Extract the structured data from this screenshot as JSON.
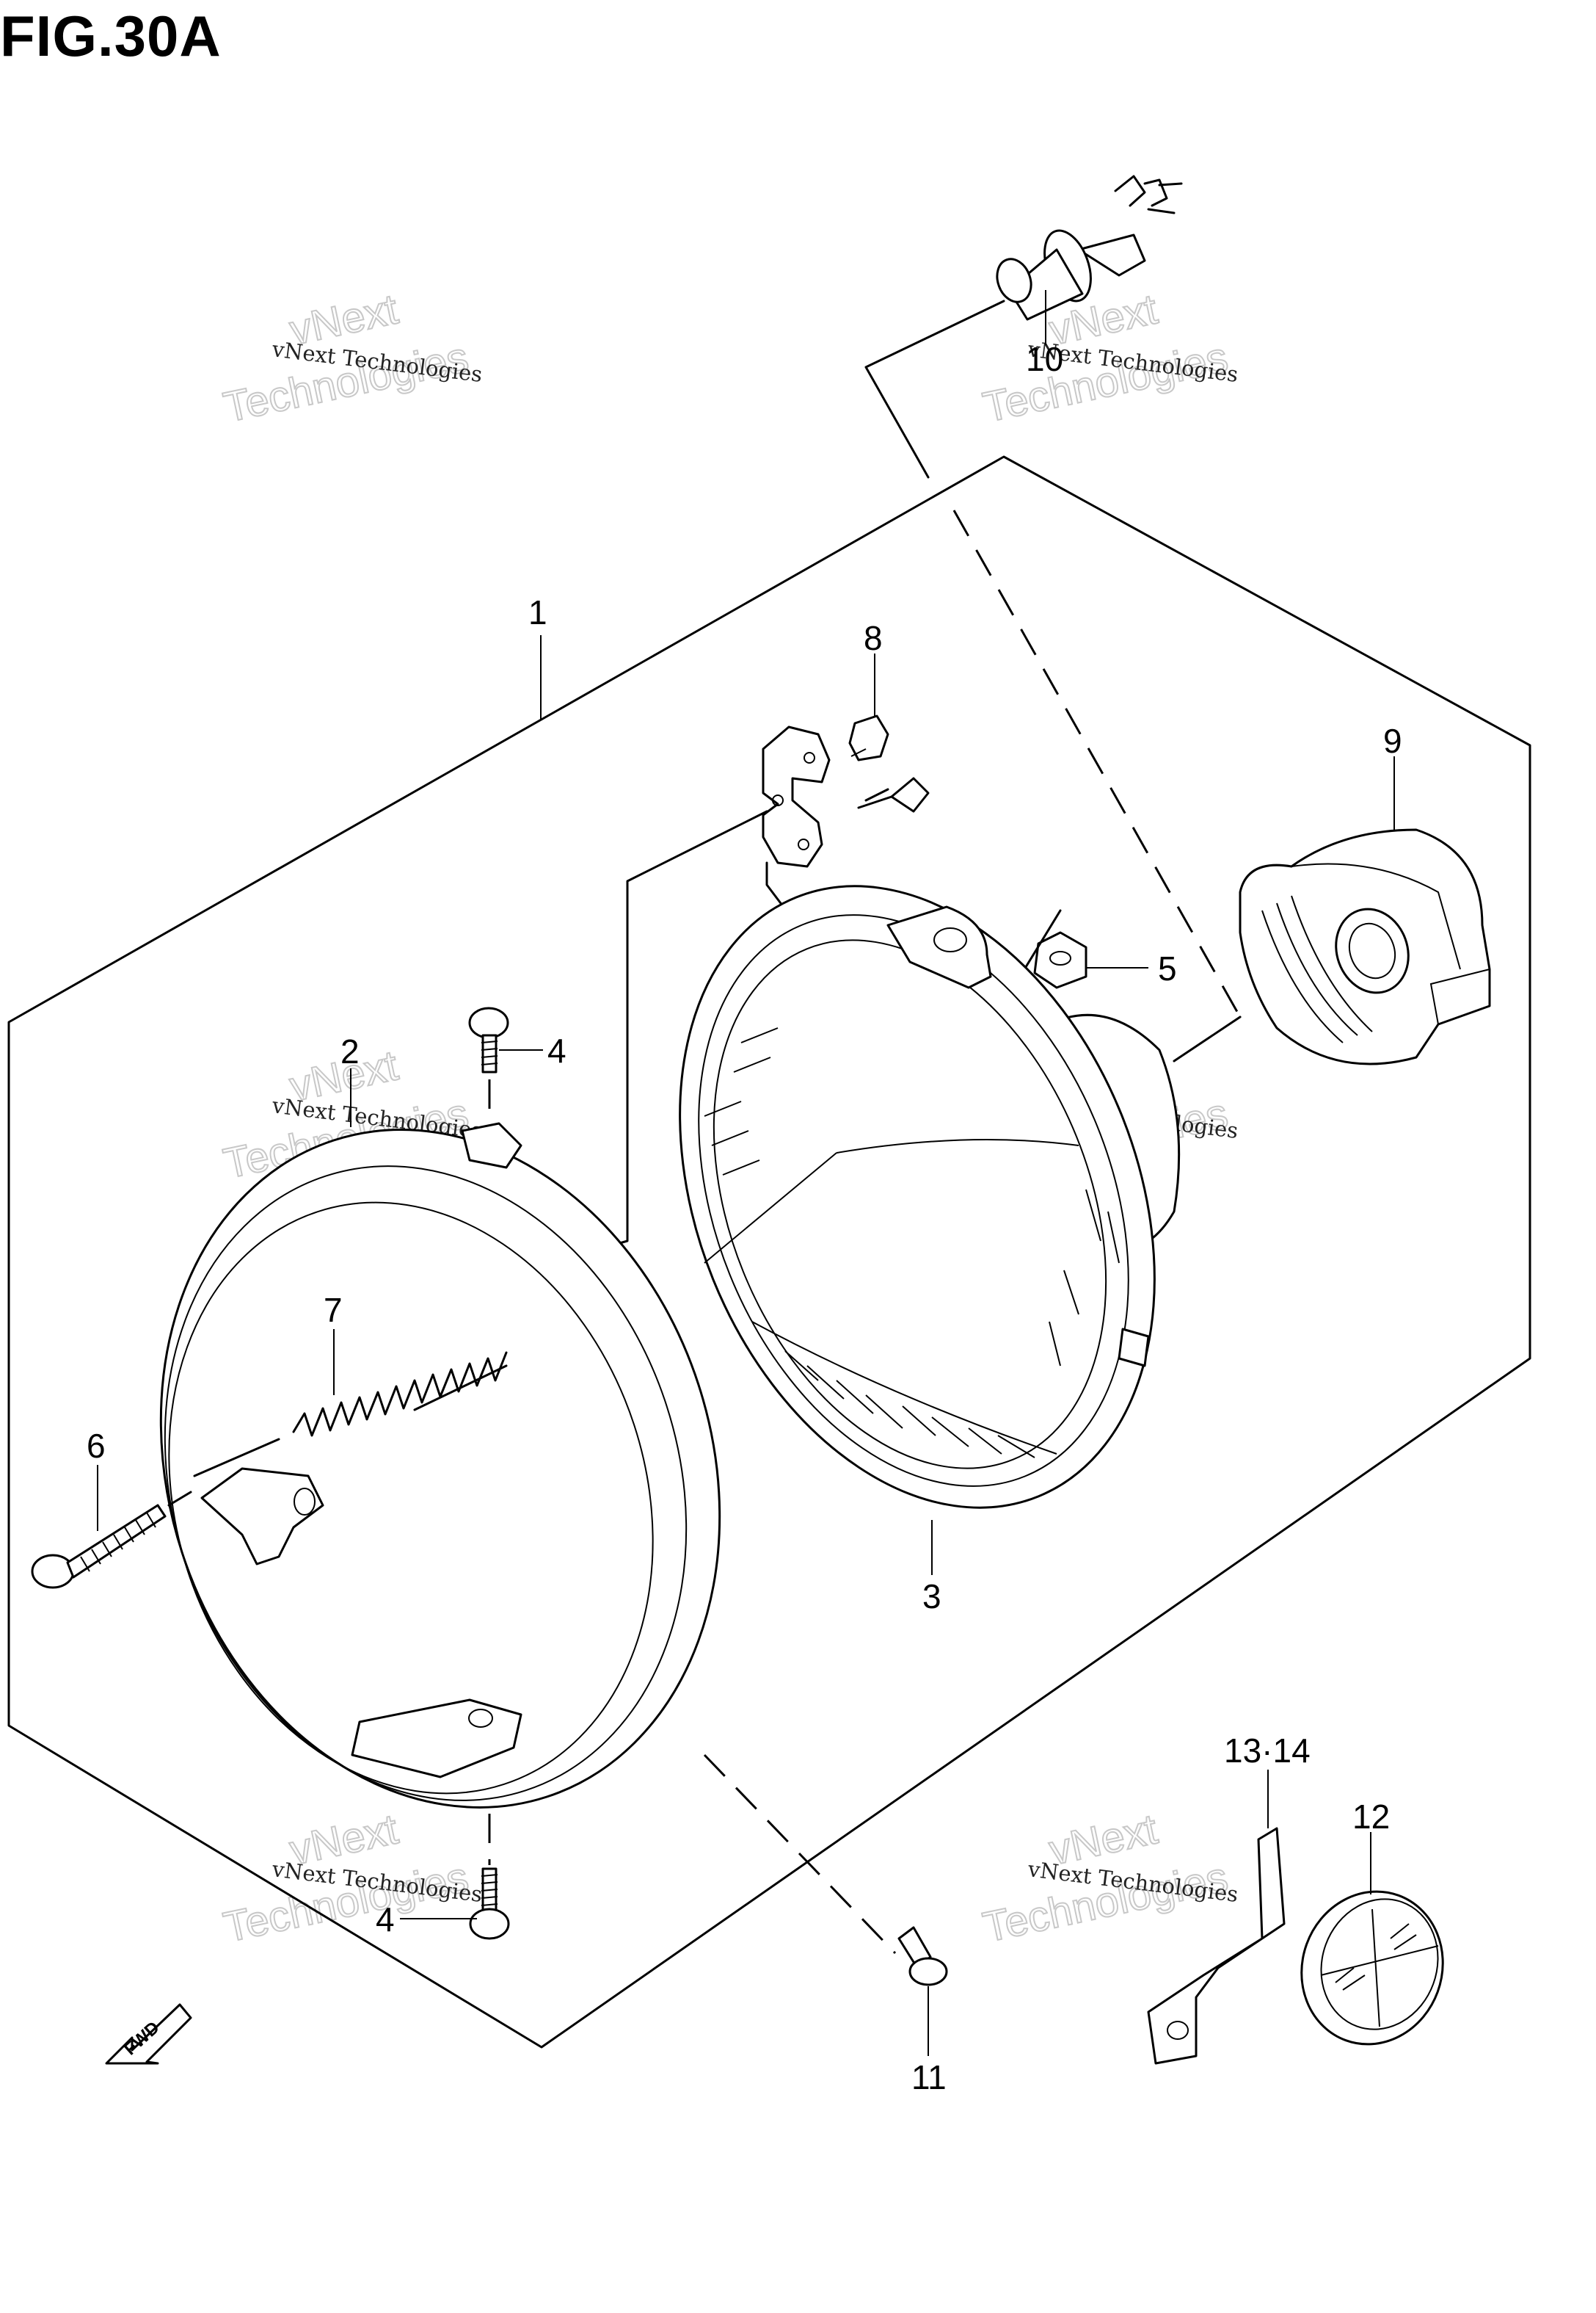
{
  "figure": {
    "title": "FIG.30A"
  },
  "watermark": {
    "line1": "vNext Technologies",
    "line2": "Technologies",
    "line3": "vNext"
  },
  "fwd_label": "FWD",
  "callouts": {
    "c1": "1",
    "c2": "2",
    "c3": "3",
    "c4a": "4",
    "c4b": "4",
    "c5": "5",
    "c6": "6",
    "c7": "7",
    "c8": "8",
    "c9": "9",
    "c10": "10",
    "c11": "11",
    "c12": "12",
    "c1314": "13·14"
  }
}
